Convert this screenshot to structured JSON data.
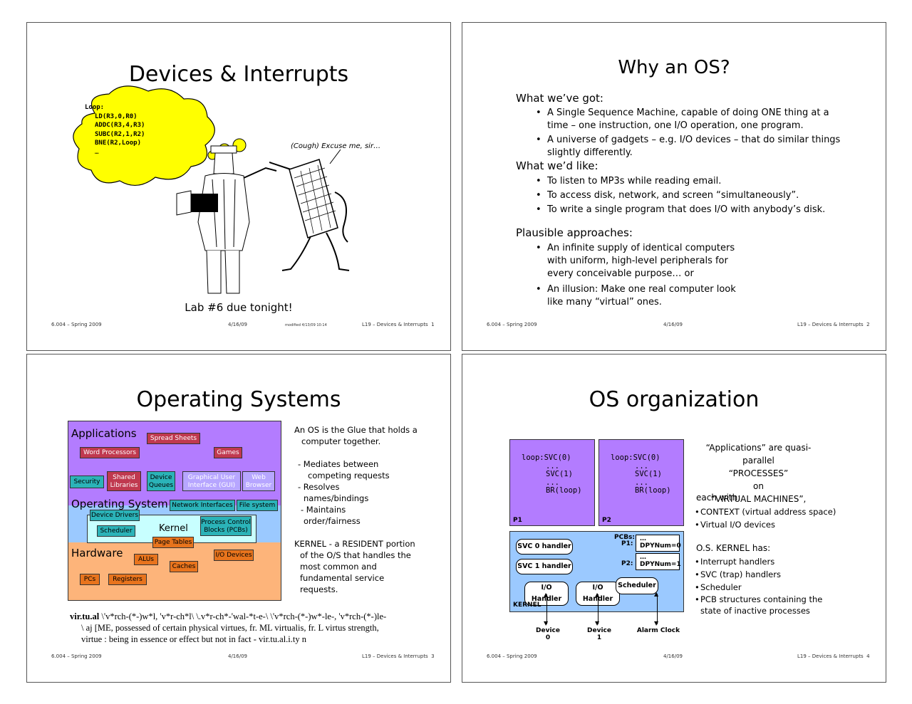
{
  "footer": {
    "course": "6.004 – Spring 2009",
    "date": "4/16/09",
    "lecture": "L19 – Devices & Interrupts",
    "modified": "modified 4/13/09 10:14"
  },
  "slide1": {
    "title": "Devices & Interrupts",
    "bubble_lines": [
      "Loop:",
      "LD(R3,0,R0)",
      "ADDC(R3,4,R3)",
      "SUBC(R2,1,R2)",
      "BNE(R2,Loop)",
      "…"
    ],
    "speech": "(Cough) Excuse me, sir…",
    "lab": "Lab #6 due tonight!",
    "page": "1"
  },
  "slide2": {
    "title": "Why an OS?",
    "got_head": "What we’ve got:",
    "got": [
      "A Single Sequence Machine, capable of doing ONE thing at a time – one instruction, one I/O operation, one program.",
      "A universe of gadgets – e.g. I/O devices – that do similar things slightly differently."
    ],
    "like_head": "What we’d like:",
    "like": [
      "To listen to MP3s while reading email.",
      "To access disk, network, and screen “simultaneously”.",
      "To write a single program that does I/O with anybody’s disk."
    ],
    "appr_head": "Plausible approaches:",
    "appr": [
      "An infinite supply of identical computers with uniform, high-level peripherals for every conceivable purpose… or",
      "An illusion: Make one real computer look like many “virtual” ones."
    ],
    "page": "2"
  },
  "slide3": {
    "title": "Operating Systems",
    "layers": {
      "apps": "Applications",
      "os": "Operating System",
      "kernel": "Kernel",
      "hw": "Hardware"
    },
    "boxes": {
      "spread": "Spread Sheets",
      "word": "Word Processors",
      "games": "Games",
      "security": "Security",
      "shared": "Shared Libraries",
      "devq": "Device Queues",
      "gui": "Graphical User Interface (GUI)",
      "web": "Web Browser",
      "net": "Network Interfaces",
      "fs": "File system",
      "drivers": "Device Drivers",
      "sched": "Scheduler",
      "pcb": "Process Control Blocks (PCBs)",
      "pt": "Page Tables",
      "alus": "ALUs",
      "caches": "Caches",
      "io": "I/O Devices",
      "pcs": "PCs",
      "regs": "Registers"
    },
    "right1": [
      "An OS is the Glue that holds a",
      "computer together."
    ],
    "right2": [
      "- Mediates between",
      "competing requests",
      "- Resolves",
      "names/bindings",
      "- Maintains",
      "order/fairness"
    ],
    "right3": [
      "KERNEL - a RESIDENT portion",
      "of the O/S that handles the",
      "most common and",
      "fundamental service",
      "requests."
    ],
    "def_word": "vir.tu.al",
    "def_lines": [
      "\\'v*rch-(*-)w*l, 'v*r-ch*l\\ \\.v*r-ch*-'wal-*t-e-\\  \\'v*rch-(*-)w*-le-, 'v*rch-(*-)le-",
      "\\ aj [ME, possessed of certain physical virtues, fr. ML virtualis, fr. L virtus strength,",
      "virtue : being in essence or effect but not in fact  - vir.tu.al.i.ty n"
    ],
    "page": "3"
  },
  "slide4": {
    "title": "OS organization",
    "p1_code": [
      "loop:SVC(0)",
      "...",
      "SVC(1)",
      "...",
      "BR(loop)"
    ],
    "p2_code": [
      "loop:SVC(0)",
      "...",
      "SVC(1)",
      "...",
      "BR(loop)"
    ],
    "p1": "P1",
    "p2": "P2",
    "pcbs": "PCBs:",
    "pcb_p1": "P1:",
    "pcb_p2": "P2:",
    "dots": "…",
    "dpy0": "DPYNum=0",
    "dpy1": "DPYNum=1",
    "svc0": "SVC 0 handler",
    "svc1": "SVC 1 handler",
    "ioh": "I/O Handler",
    "sched": "Scheduler",
    "kernel": "KERNEL",
    "dev0a": "Device",
    "dev0b": "0",
    "dev1a": "Device",
    "dev1b": "1",
    "alarm": "Alarm Clock",
    "right_a": [
      "“Applications” are quasi-parallel",
      "“PROCESSES”",
      "on",
      "“VIRTUAL MACHINES”,"
    ],
    "each": "each with:",
    "each_items": [
      "CONTEXT (virtual address space)",
      "Virtual I/O devices"
    ],
    "kernel_has": "O.S. KERNEL has:",
    "kernel_items": [
      "Interrupt handlers",
      "SVC (trap) handlers",
      "Scheduler",
      "PCB structures containing the state of inactive processes"
    ],
    "page": "4"
  },
  "colors": {
    "purple": "#b37cff",
    "yellow": "#ffff00",
    "blue": "#9bc9ff",
    "orange": "#fdb47a",
    "cyan": "#c8ffff"
  }
}
